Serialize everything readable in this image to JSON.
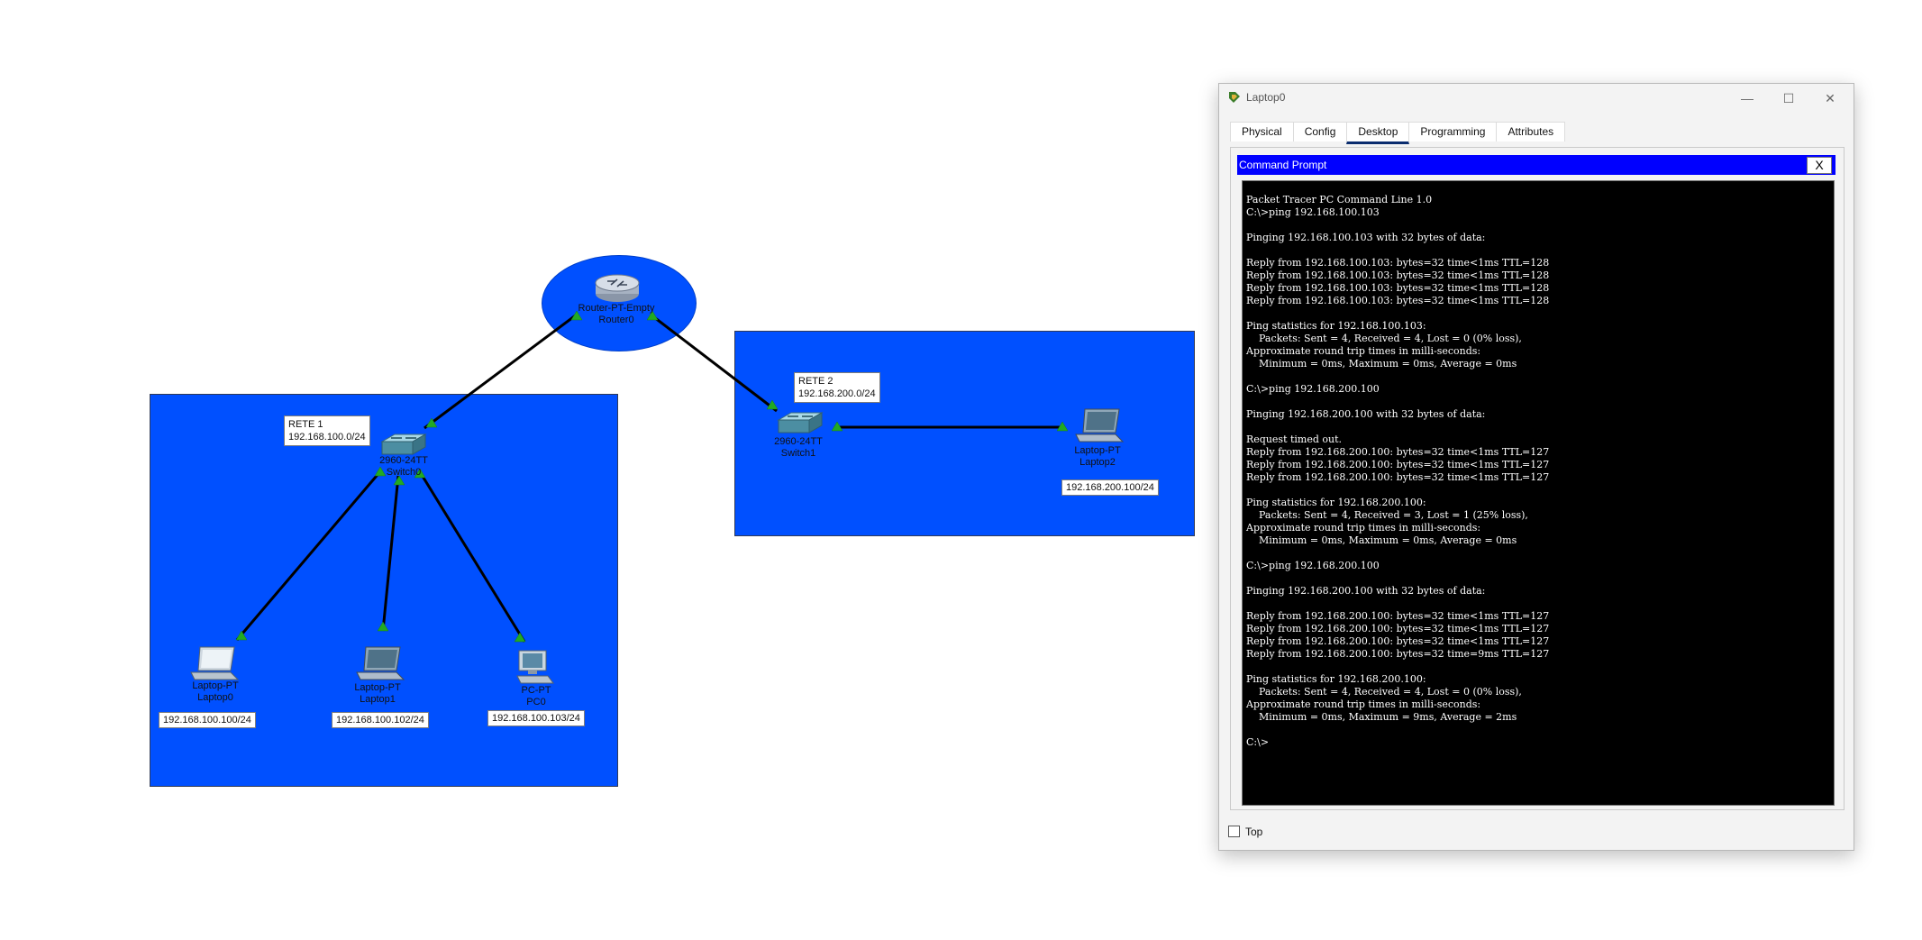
{
  "topology": {
    "router": {
      "model": "Router-PT-Empty",
      "name": "Router0"
    },
    "net1": {
      "title": "RETE 1",
      "subnet": "192.168.100.0/24"
    },
    "net2": {
      "title": "RETE 2",
      "subnet": "192.168.200.0/24"
    },
    "switch0": {
      "model": "2960-24TT",
      "name": "Switch0"
    },
    "switch1": {
      "model": "2960-24TT",
      "name": "Switch1"
    },
    "laptop0": {
      "model": "Laptop-PT",
      "name": "Laptop0",
      "ip": "192.168.100.100/24"
    },
    "laptop1": {
      "model": "Laptop-PT",
      "name": "Laptop1",
      "ip": "192.168.100.102/24"
    },
    "pc0": {
      "model": "PC-PT",
      "name": "PC0",
      "ip": "192.168.100.103/24"
    },
    "laptop2": {
      "model": "Laptop-PT",
      "name": "Laptop2",
      "ip": "192.168.200.100/24"
    },
    "colors": {
      "network_blue": "#0050ff",
      "link": "#000000",
      "link_up": "#22aa22"
    }
  },
  "window": {
    "title": "Laptop0",
    "controls": {
      "minimize": "—",
      "maximize": "☐",
      "close": "✕"
    },
    "tabs": [
      {
        "label": "Physical"
      },
      {
        "label": "Config"
      },
      {
        "label": "Desktop"
      },
      {
        "label": "Programming"
      },
      {
        "label": "Attributes"
      }
    ],
    "active_tab": "Desktop",
    "app_title": "Command Prompt",
    "app_close": "X",
    "terminal": [
      "Packet Tracer PC Command Line 1.0",
      "C:\\>ping 192.168.100.103",
      "",
      "Pinging 192.168.100.103 with 32 bytes of data:",
      "",
      "Reply from 192.168.100.103: bytes=32 time<1ms TTL=128",
      "Reply from 192.168.100.103: bytes=32 time<1ms TTL=128",
      "Reply from 192.168.100.103: bytes=32 time<1ms TTL=128",
      "Reply from 192.168.100.103: bytes=32 time<1ms TTL=128",
      "",
      "Ping statistics for 192.168.100.103:",
      "    Packets: Sent = 4, Received = 4, Lost = 0 (0% loss),",
      "Approximate round trip times in milli-seconds:",
      "    Minimum = 0ms, Maximum = 0ms, Average = 0ms",
      "",
      "C:\\>ping 192.168.200.100",
      "",
      "Pinging 192.168.200.100 with 32 bytes of data:",
      "",
      "Request timed out.",
      "Reply from 192.168.200.100: bytes=32 time<1ms TTL=127",
      "Reply from 192.168.200.100: bytes=32 time<1ms TTL=127",
      "Reply from 192.168.200.100: bytes=32 time<1ms TTL=127",
      "",
      "Ping statistics for 192.168.200.100:",
      "    Packets: Sent = 4, Received = 3, Lost = 1 (25% loss),",
      "Approximate round trip times in milli-seconds:",
      "    Minimum = 0ms, Maximum = 0ms, Average = 0ms",
      "",
      "C:\\>ping 192.168.200.100",
      "",
      "Pinging 192.168.200.100 with 32 bytes of data:",
      "",
      "Reply from 192.168.200.100: bytes=32 time<1ms TTL=127",
      "Reply from 192.168.200.100: bytes=32 time<1ms TTL=127",
      "Reply from 192.168.200.100: bytes=32 time<1ms TTL=127",
      "Reply from 192.168.200.100: bytes=32 time=9ms TTL=127",
      "",
      "Ping statistics for 192.168.200.100:",
      "    Packets: Sent = 4, Received = 4, Lost = 0 (0% loss),",
      "Approximate round trip times in milli-seconds:",
      "    Minimum = 0ms, Maximum = 9ms, Average = 2ms",
      "",
      "C:\\>"
    ],
    "top_checkbox": {
      "label": "Top",
      "checked": false
    }
  }
}
